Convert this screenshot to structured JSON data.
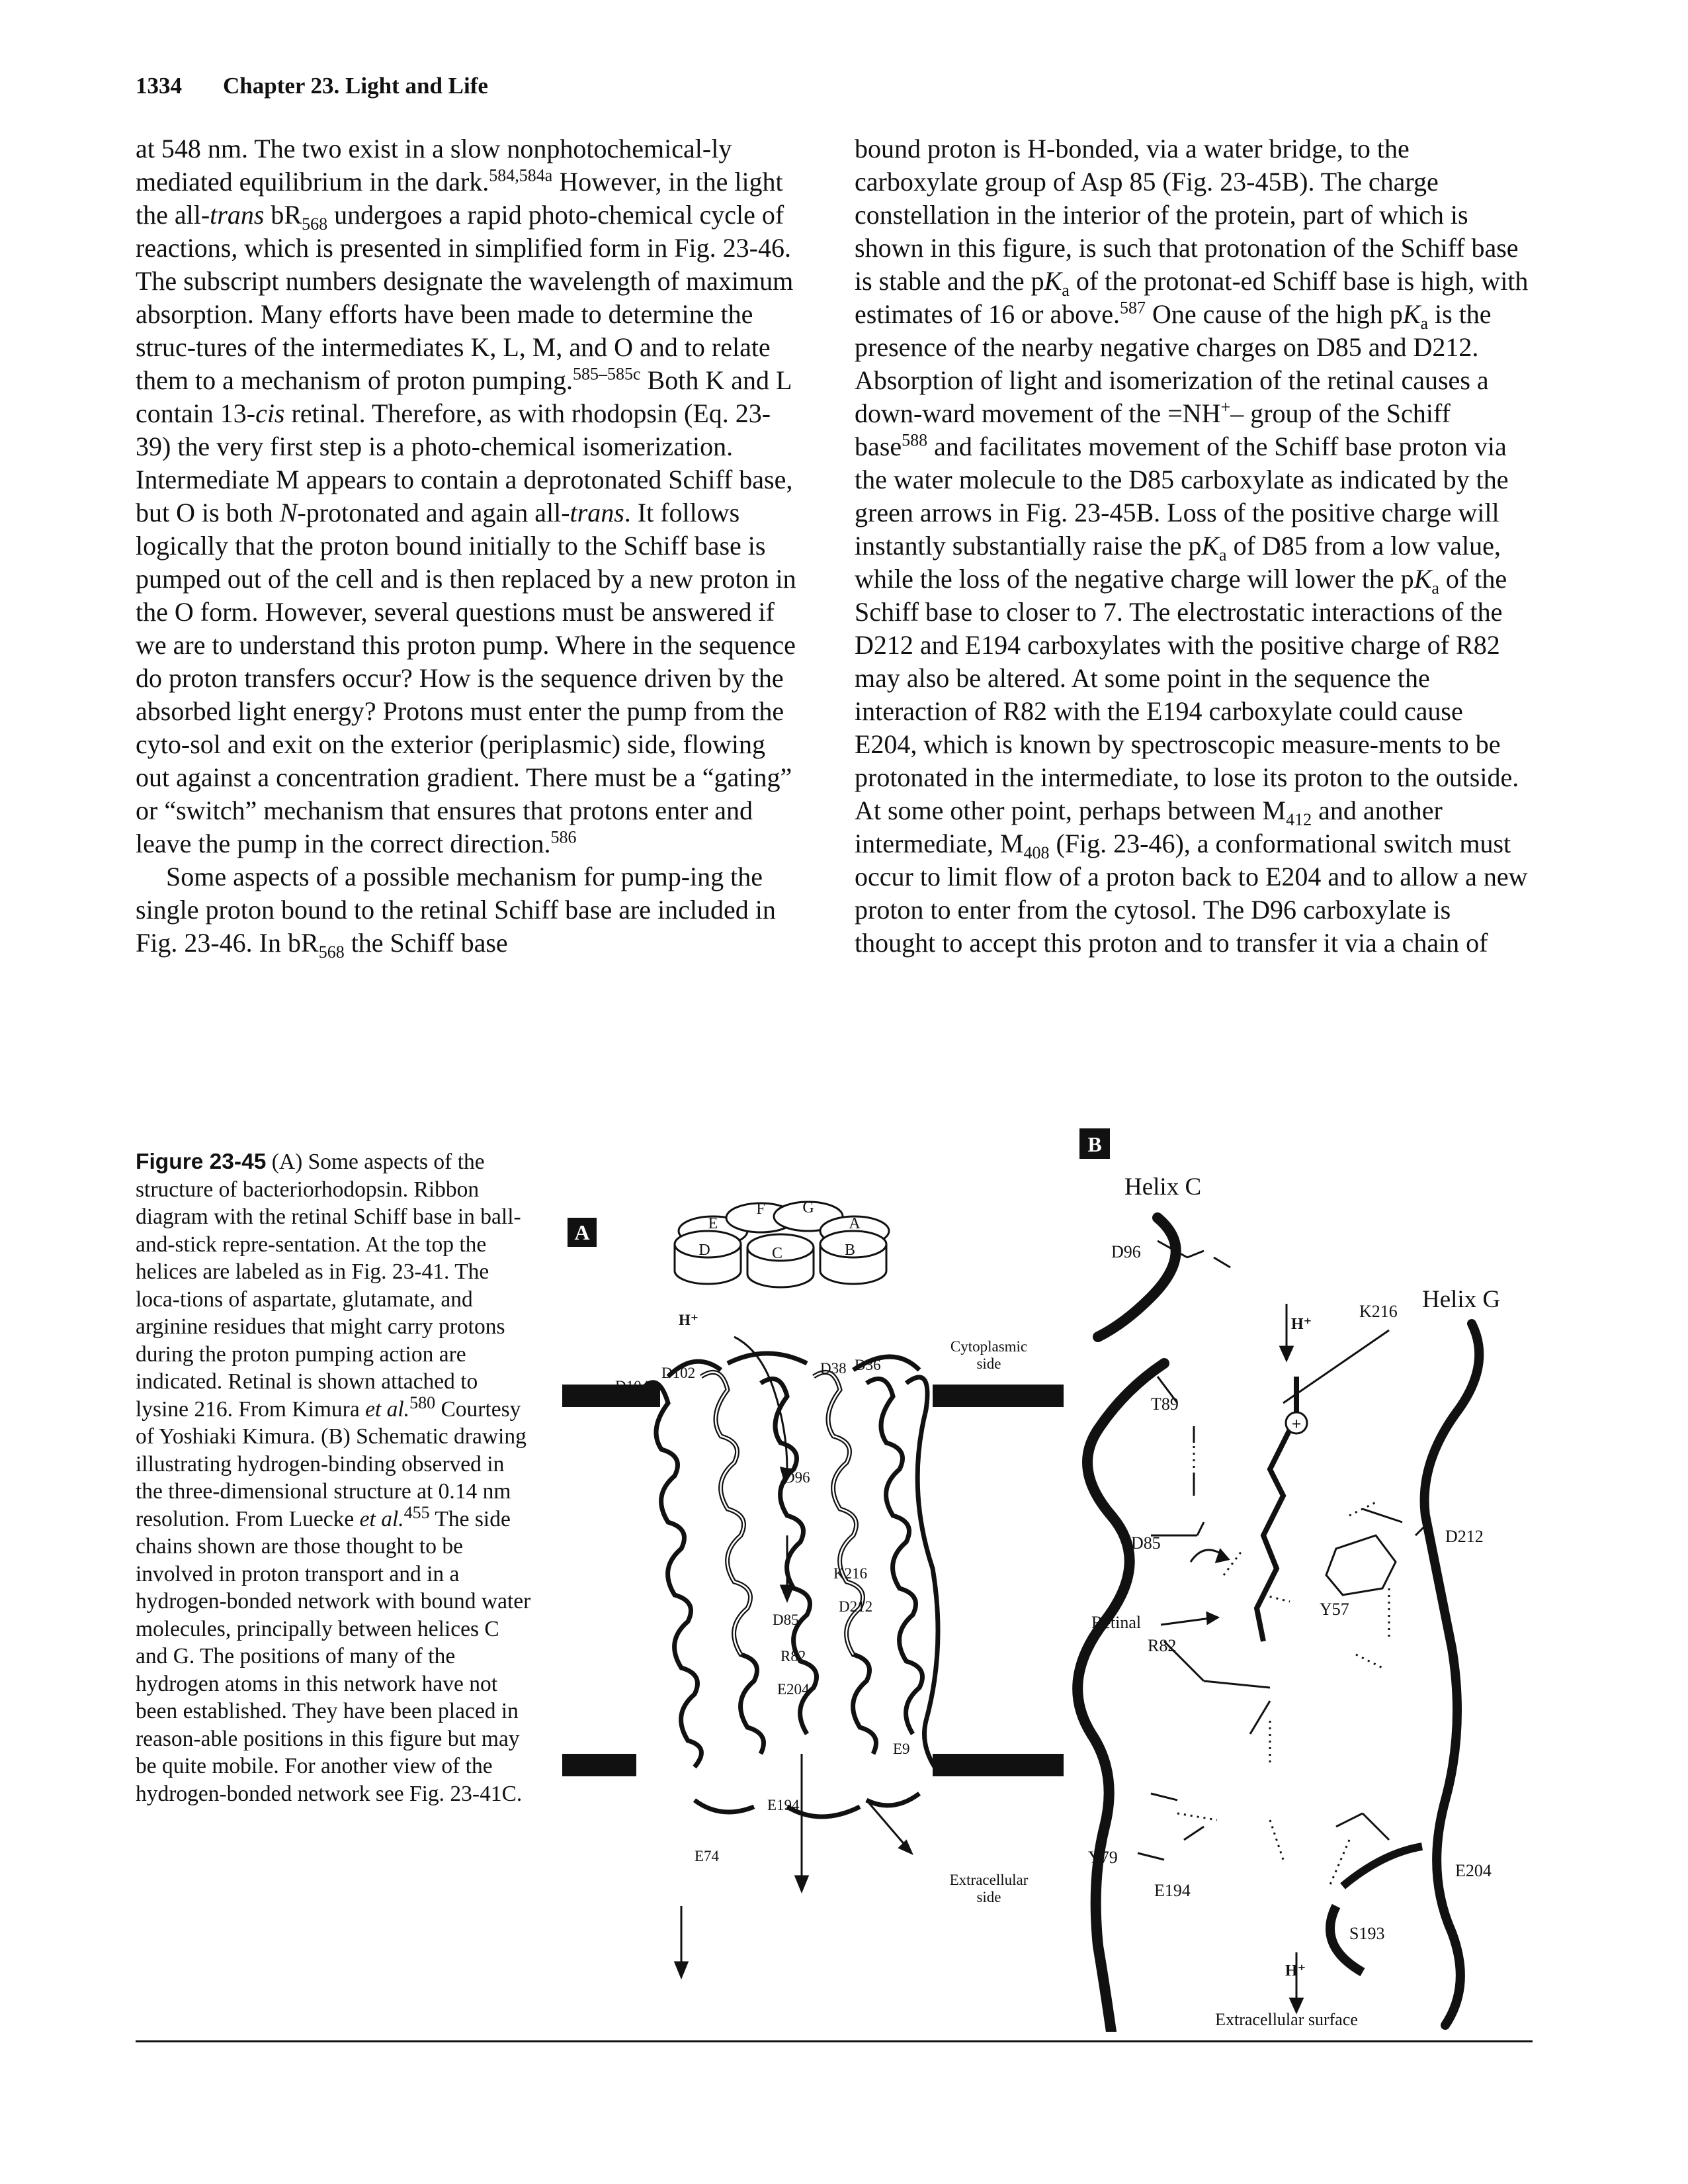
{
  "header": {
    "page_number": "1334",
    "chapter": "Chapter 23. Light and Life"
  },
  "left_column": {
    "p1_html": "at 548 nm. The two exist in a slow nonphotochemical-ly mediated equilibrium in the dark.<sup>584,584a</sup> However, in the light the all-<i>trans</i> bR<sub>568</sub> undergoes a rapid photo-chemical cycle of reactions, which is presented in simplified form in Fig. 23-46. The subscript numbers designate the wavelength of maximum absorption. Many efforts have been made to determine the struc-tures of the intermediates K, L, M, and O and to relate them to a mechanism of proton pumping.<sup>585–585c</sup> Both K and L contain 13-<i>cis</i> retinal. Therefore, as with rhodopsin (Eq. 23-39) the very first step is a photo-chemical isomerization. Intermediate M appears to contain a deprotonated Schiff base, but O is both <i>N</i>-protonated and again all-<i>trans</i>. It follows logically that the proton bound initially to the Schiff base is pumped out of the cell and is then replaced by a new proton in the O form. However, several questions must be answered if we are to understand this proton pump. Where in the sequence do proton transfers occur? How is the sequence driven by the absorbed light energy? Protons must enter the pump from the cyto-sol and exit on the exterior (periplasmic) side, flowing out against a concentration gradient. There must be a “gating” or “switch” mechanism that ensures that protons enter and leave the pump in the correct direction.<sup>586</sup>",
    "p2_html": "Some aspects of a possible mechanism for pump-ing the single proton bound to the retinal Schiff base are included in Fig. 23-46. In bR<sub>568</sub> the Schiff base"
  },
  "right_column": {
    "p1_html": "bound proton is H-bonded, via a water bridge, to the carboxylate group of Asp 85 (Fig. 23-45B). The charge constellation in the interior of the protein, part of which is shown in this figure, is such that protonation of the Schiff base is stable and the p<i>K</i><sub>a</sub> of the protonat-ed Schiff base is high, with estimates of 16 or above.<sup>587</sup> One cause of the high p<i>K</i><sub>a</sub> is the presence of the nearby negative charges on D85 and D212. Absorption of light and isomerization of the retinal causes a down-ward movement of the =NH<sup>+</sup>– group of the Schiff base<sup>588</sup> and facilitates movement of the Schiff base proton via the water molecule to the D85 carboxylate as indicated by the green arrows in Fig. 23-45B. Loss of the positive charge will instantly substantially raise the p<i>K</i><sub>a</sub> of D85 from a low value, while the loss of the negative charge will lower the p<i>K</i><sub>a</sub> of the Schiff base to closer to 7. The electrostatic interactions of the D212 and E194 carboxylates with the positive charge of R82 may also be altered. At some point in the sequence the interaction of R82 with the E194 carboxylate could cause E204, which is known by spectroscopic measure-ments to be protonated in the intermediate, to lose its proton to the outside. At some other point, perhaps between M<sub>412</sub> and another intermediate, M<sub>408</sub> (Fig. 23-46), a conformational switch must occur to limit flow of a proton back to E204 and to allow a new proton to enter from the cytosol. The D96 carboxylate is thought to accept this proton and to transfer it via a chain of"
  },
  "caption": {
    "label": "Figure 23-45",
    "text_html": " (A) Some aspects of the structure of bacteriorhodopsin. Ribbon diagram with the retinal Schiff base in ball-and-stick repre-sentation. At the top the helices are labeled as in Fig. 23-41. The loca-tions of aspartate, glutamate, and arginine residues that might carry protons during the proton pumping action are indicated. Retinal is shown attached to lysine 216. From Kimura <i>et al.</i><sup>580</sup> Courtesy of Yoshiaki Kimura. (B) Schematic drawing illustrating hydrogen-binding observed in the three-dimensional structure at 0.14 nm resolution. From Luecke <i>et al.</i><sup>455</sup> The side chains shown are those thought to be involved in proton transport and in a hydrogen-bonded network with bound water molecules, principally between helices C and G. The positions of many of the hydrogen atoms in this network have not been established. They have been placed in reason-able positions in this figure but may be quite mobile. For another view of the hydrogen-bonded network see Fig. 23-41C."
  },
  "figure_a": {
    "panel_label": "A",
    "helix_labels": [
      "E",
      "F",
      "G",
      "A",
      "D",
      "C",
      "B"
    ],
    "residue_labels": [
      "D104",
      "D102",
      "D38",
      "D36",
      "D96",
      "K216",
      "D85",
      "D212",
      "R82",
      "E204",
      "E9",
      "E194",
      "E74"
    ],
    "proton_label": "H⁺",
    "cytoplasmic_side": [
      "Cytoplasmic",
      "side"
    ],
    "extracellular_side": [
      "Extracellular",
      "side"
    ]
  },
  "figure_b": {
    "panel_label": "B",
    "helix_c": "Helix C",
    "helix_g": "Helix G",
    "residues": [
      "D96",
      "T89",
      "K216",
      "D85",
      "D212",
      "Retinal",
      "Y57",
      "R82",
      "Y79",
      "E194",
      "E204",
      "S193"
    ],
    "proton_in": "H⁺",
    "proton_out": "H⁺",
    "extracellular_surface": "Extracellular surface"
  }
}
